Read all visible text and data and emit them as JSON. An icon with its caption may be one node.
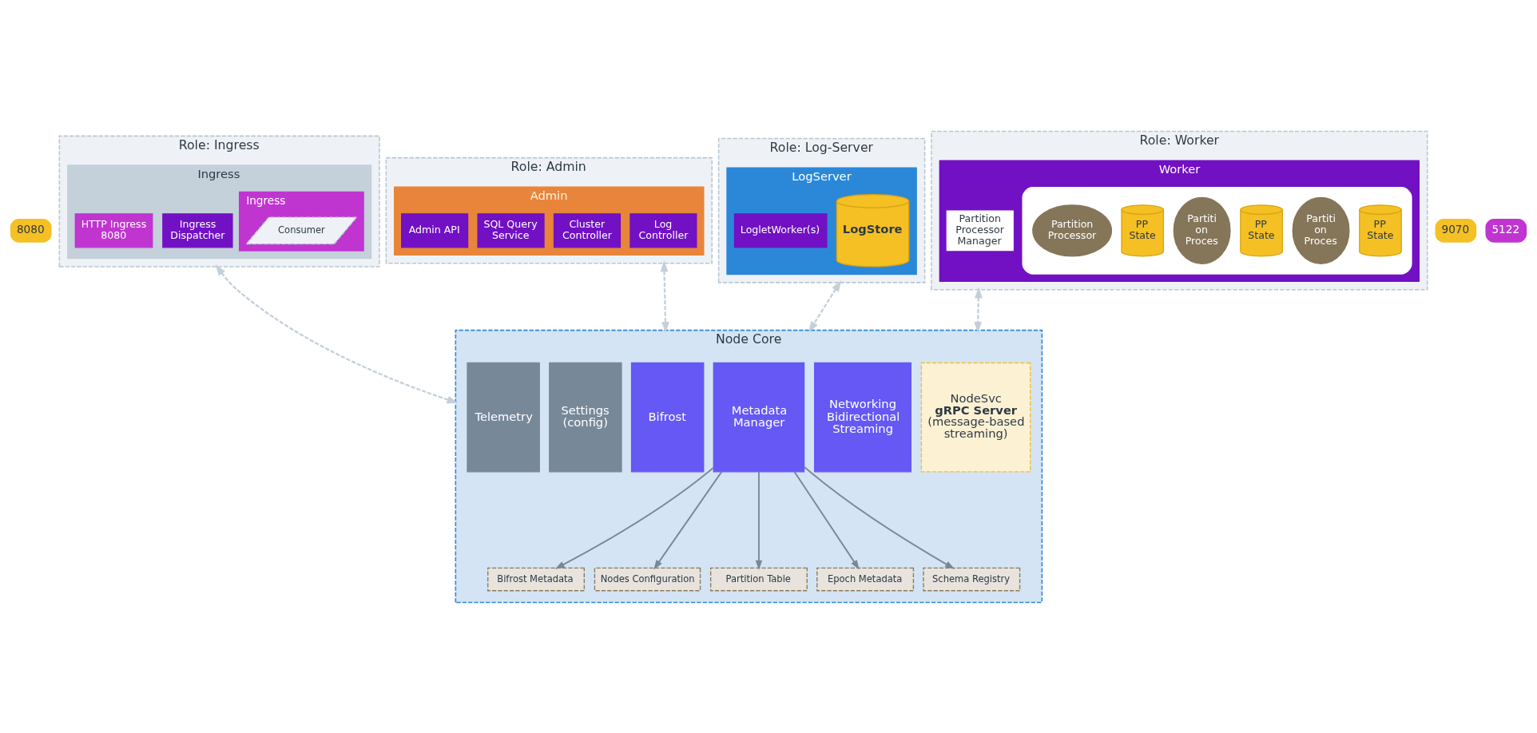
{
  "diagram": {
    "nodes": [
      {
        "text": [
          "Role: Ingress"
        ]
      },
      {
        "text": [
          "Ingress"
        ],
        "in": 0
      },
      {
        "text": [
          "HTTP Ingress 8080"
        ],
        "in": 1
      },
      {
        "text": [
          "8080"
        ]
      },
      {
        "text": [
          "Ingress"
        ],
        "in": 1
      },
      {
        "text": [
          "Consumer"
        ],
        "in": 4
      },
      {
        "text": [
          "Ingress Dispatcher"
        ],
        "in": 1
      },
      {
        "text": [
          "Role: Admin"
        ]
      },
      {
        "text": [
          "Admin"
        ],
        "in": 7
      },
      {
        "text": [
          "9070"
        ]
      },
      {
        "text": [
          "Admin API"
        ],
        "in": 8
      },
      {
        "text": [
          "SQL Query Service"
        ],
        "in": 8
      },
      {
        "text": [
          "Cluster Controller"
        ],
        "in": 8
      },
      {
        "text": [
          "Log Controller"
        ],
        "in": 8
      },
      {
        "text": [
          "Role: Log-Server"
        ]
      },
      {
        "text": [
          "LogServer"
        ],
        "in": 14
      },
      {
        "text": [
          "LogletWorker(s)"
        ],
        "in": 15
      },
      {
        "text": [
          "LogStore"
        ],
        "in": 15
      },
      {
        "text": [
          "Role: Worker"
        ]
      },
      {
        "text": [
          "Worker"
        ],
        "in": 18
      },
      {
        "text": [],
        "shape": "ellipse",
        "in": 19
      },
      {
        "text": [
          "Partition Processor"
        ],
        "in": 20
      },
      {
        "text": [
          "PP State"
        ],
        "in": 20
      },
      {
        "text": [
          "Partiti on Proces"
        ],
        "in": 20
      },
      {
        "text": [
          "PP State"
        ],
        "in": 20
      },
      {
        "text": [
          "Partiti on Proces"
        ],
        "in": 20
      },
      {
        "text": [
          "PP State"
        ],
        "in": 20
      },
      {
        "text": [
          "Partition Processor Manager"
        ],
        "in": 19
      },
      {
        "text": [
          "Node Core"
        ]
      },
      {
        "text": [
          "Telemetry"
        ],
        "in": 28
      },
      {
        "text": [
          "Settings (config)"
        ],
        "in": 28
      },
      {
        "text": [
          "Bifrost"
        ],
        "in": 28
      },
      {
        "text": [
          "Bifrost Metadata"
        ],
        "in": 28
      },
      {
        "text": [
          "Nodes Configuration"
        ],
        "in": 28
      },
      {
        "text": [
          "Partition Table"
        ],
        "in": 28
      },
      {
        "text": [
          "Epoch Metadata"
        ],
        "in": 28
      },
      {
        "text": [
          "Schema Registry"
        ],
        "in": 28
      },
      {
        "text": [
          "Metadata Manager"
        ],
        "in": 28
      },
      {
        "text": [
          "Networking Bidirectional Streaming"
        ],
        "in": 28
      },
      {
        "text": [
          "NodeSvc",
          "gRPC Server",
          "(message-based streaming)"
        ],
        "in": 28
      },
      {
        "text": [
          "5122"
        ]
      }
    ],
    "edges": [
      {
        "from": 0,
        "to": 28,
        "arrow": "both",
        "style": "dashed",
        "color": "#c4cfda"
      },
      {
        "from": 7,
        "to": 28,
        "arrow": "both",
        "style": "dashed",
        "color": "#c4cfda"
      },
      {
        "from": 14,
        "to": 28,
        "arrow": "both",
        "style": "dashed",
        "color": "#c4cfda"
      },
      {
        "from": 18,
        "to": 28,
        "arrow": "both",
        "style": "dashed",
        "color": "#c4cfda"
      },
      {
        "from": 37,
        "to": 32,
        "arrow": "to"
      },
      {
        "from": 37,
        "to": 33,
        "arrow": "to"
      },
      {
        "from": 37,
        "to": 34,
        "arrow": "to"
      },
      {
        "from": 37,
        "to": 35,
        "arrow": "to"
      },
      {
        "from": 37,
        "to": 36,
        "arrow": "to"
      }
    ]
  }
}
